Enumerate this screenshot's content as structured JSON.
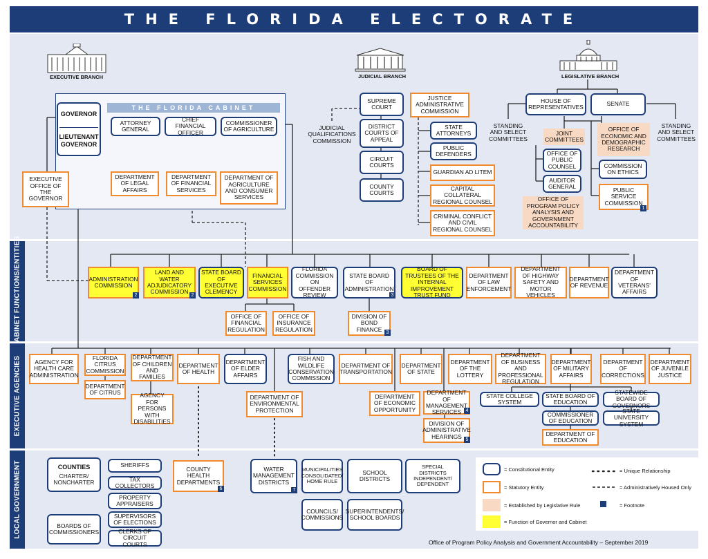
{
  "title": "THE FLORIDA ELECTORATE",
  "branches": {
    "executive": "EXECUTIVE BRANCH",
    "judicial": "JUDICIAL BRANCH",
    "legislative": "LEGISLATIVE BRANCH"
  },
  "sections": {
    "cabinet_functions": "CABINET FUNCTIONS/ENTITIES",
    "executive_agencies": "EXECUTIVE AGENCIES",
    "local_government": "LOCAL GOVERNMENT"
  },
  "cabinet_title": "THE FLORIDA CABINET",
  "executive": {
    "governor": "GOVERNOR",
    "lieutenant_governor": "LIEUTENANT GOVERNOR",
    "executive_office": "EXECUTIVE OFFICE OF THE GOVERNOR",
    "attorney_general": "ATTORNEY GENERAL",
    "cfo": "CHIEF FINANCIAL OFFICER",
    "commissioner_agriculture": "COMMISSIONER OF AGRICULTURE",
    "dept_legal_affairs": "DEPARTMENT OF LEGAL AFFAIRS",
    "dept_financial_services": "DEPARTMENT OF FINANCIAL SERVICES",
    "dept_agriculture": "DEPARTMENT OF AGRICULTURE AND CONSUMER SERVICES"
  },
  "judicial": {
    "supreme_court": "SUPREME COURT",
    "district_courts": "DISTRICT COURTS OF APPEAL",
    "circuit_courts": "CIRCUIT COURTS",
    "county_courts": "COUNTY COURTS",
    "judicial_qualifications": "JUDICIAL QUALIFICATIONS COMMISSION",
    "justice_admin": "JUSTICE ADMINISTRATIVE COMMISSION",
    "state_attorneys": "STATE ATTORNEYS",
    "public_defenders": "PUBLIC DEFENDERS",
    "guardian_ad_litem": "GUARDIAN AD LITEM",
    "capital_collateral": "CAPITAL COLLATERAL REGIONAL COUNSEL",
    "criminal_conflict": "CRIMINAL CONFLICT AND CIVIL REGIONAL COUNSEL"
  },
  "legislative": {
    "house": "HOUSE OF REPRESENTATIVES",
    "senate": "SENATE",
    "standing_left": "STANDING AND SELECT COMMITTEES",
    "standing_right": "STANDING AND SELECT COMMITTEES",
    "joint_committees": "JOINT COMMITTEES",
    "edr": "OFFICE OF ECONOMIC AND DEMOGRAPHIC RESEARCH",
    "public_counsel": "OFFICE OF PUBLIC COUNSEL",
    "auditor_general": "AUDITOR GENERAL",
    "commission_ethics": "COMMISSION ON ETHICS",
    "psc": "PUBLIC SERVICE COMMISSION",
    "oppaga": "OFFICE OF PROGRAM POLICY ANALYSIS AND GOVERNMENT ACCOUNTABILITY"
  },
  "cabinet_entities": {
    "administration_commission": "ADMINISTRATION COMMISSION",
    "land_water": "LAND AND WATER ADJUDICATORY COMMISSION",
    "clemency": "STATE BOARD OF EXECUTIVE CLEMENCY",
    "financial_services_commission": "FINANCIAL SERVICES COMMISSION",
    "offender_review": "FLORIDA COMMISSION ON OFFENDER REVIEW",
    "sba": "STATE BOARD OF ADMINISTRATION",
    "internal_improvement": "BOARD OF TRUSTEES OF THE INTERNAL IMPROVEMENT TRUST FUND",
    "law_enforcement": "DEPARTMENT OF LAW ENFORCEMENT",
    "highway_safety": "DEPARTMENT OF HIGHWAY SAFETY AND MOTOR VEHICLES",
    "revenue": "DEPARTMENT OF REVENUE",
    "veterans": "DEPARTMENT OF VETERANS' AFFAIRS",
    "ofr": "OFFICE OF FINANCIAL REGULATION",
    "oir": "OFFICE OF INSURANCE REGULATION",
    "bond_finance": "DIVISION OF BOND FINANCE"
  },
  "agencies": {
    "ahca": "AGENCY FOR HEALTH CARE ADMINISTRATION",
    "citrus_commission": "FLORIDA CITRUS COMMISSION",
    "dept_citrus": "DEPARTMENT OF CITRUS",
    "dcf": "DEPARTMENT OF CHILDREN AND FAMILIES",
    "apd": "AGENCY FOR PERSONS WITH DISABILITIES",
    "health": "DEPARTMENT OF HEALTH",
    "elder": "DEPARTMENT OF ELDER AFFAIRS",
    "dep": "DEPARTMENT OF ENVIRONMENTAL PROTECTION",
    "fwc": "FISH AND WILDLIFE CONSERVATION COMMISSION",
    "transportation": "DEPARTMENT OF TRANSPORTATION",
    "state": "DEPARTMENT OF STATE",
    "deo": "DEPARTMENT OF ECONOMIC OPPORTUNITY",
    "dms": "DEPARTMENT OF MANAGEMENT SERVICES",
    "doah": "DIVISION OF ADMINISTRATIVE HEARINGS",
    "lottery": "DEPARTMENT OF THE LOTTERY",
    "dbpr": "DEPARTMENT OF BUSINESS AND PROFESSIONAL REGULATION",
    "military": "DEPARTMENT OF MILITARY AFFAIRS",
    "corrections": "DEPARTMENT OF CORRECTIONS",
    "djj": "DEPARTMENT OF JUVENILE JUSTICE",
    "state_college": "STATE COLLEGE SYSTEM",
    "sbe": "STATE BOARD OF EDUCATION",
    "commissioner_education": "COMMISSIONER OF EDUCATION",
    "doe": "DEPARTMENT OF EDUCATION",
    "bog": "STATEWIDE BOARD OF GOVERNORS",
    "sus": "STATE UNIVERSITY SYSTEM"
  },
  "local": {
    "counties": "COUNTIES",
    "charter": "CHARTER/ NONCHARTER",
    "sheriffs": "SHERIFFS",
    "tax_collectors": "TAX COLLECTORS",
    "property_appraisers": "PROPERTY APPRAISERS",
    "supervisors_elections": "SUPERVISORS OF ELECTIONS",
    "clerks": "CLERKS OF CIRCUIT COURTS",
    "boards_commissioners": "BOARDS OF COMMISSIONERS",
    "county_health": "COUNTY HEALTH DEPARTMENTS",
    "water_mgmt": "WATER MANAGEMENT DISTRICTS",
    "municipalities": "MUNICIPALITIES CONSOLIDATED/ HOME RULE",
    "councils": "COUNCILS/ COMMISSIONS",
    "school_districts": "SCHOOL DISTRICTS",
    "superintendents": "SUPERINTENDENTS/ SCHOOL BOARDS",
    "special_districts": "SPECIAL DISTRICTS INDEPENDENT/ DEPENDENT"
  },
  "footnotes": {
    "admin_commission": "2",
    "land_water": "2",
    "sba": "3",
    "bond_finance": "3",
    "dms": "4",
    "doah": "5",
    "county_health": "6",
    "water_mgmt": "7",
    "psc": "1"
  },
  "legend": {
    "constitutional": "= Constitutional Entity",
    "statutory": "= Statutory Entity",
    "legislative_rule": "= Established by Legislative Rule",
    "governor_cabinet": "= Function of Governor and Cabinet",
    "unique": "= Unique Relationship",
    "admin_housed": "= Administratively Housed Only",
    "footnote": "= Footnote"
  },
  "credit": "Office of Program Policy Analysis and Government Accountability – September 2019",
  "colors": {
    "navy": "#1d3d78",
    "orange": "#f08a2c",
    "yellow": "#ffff33",
    "peach": "#f8d9c4",
    "section_bg": "#e3e8f3"
  }
}
